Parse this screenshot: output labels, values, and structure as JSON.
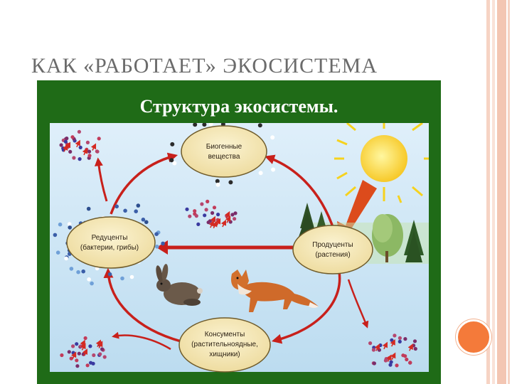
{
  "slide": {
    "title": "КАК «РАБОТАЕТ» ЭКОСИСТЕМА",
    "panel_heading": "Структура экосистемы."
  },
  "diagram": {
    "nodes": {
      "nutrients": [
        "Биогенные",
        "вещества"
      ],
      "producers": [
        "Продуценты",
        "(растения)"
      ],
      "consumers": [
        "Консументы",
        "(растительноядные,",
        "хищники)"
      ],
      "decomposers": [
        "Редуценты",
        "(бактерии, грибы)"
      ]
    }
  },
  "colors": {
    "panel_green": "#1f6b17",
    "sky_blue": "#cde6f5",
    "node_fill": "#f3e6b3",
    "arrow_red": "#c8201b",
    "accent_orange": "#f47a3a",
    "stripe_pink": "#f3c6b3"
  }
}
